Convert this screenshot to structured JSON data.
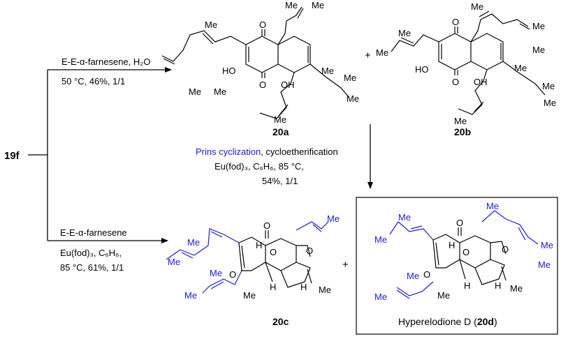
{
  "compounds": {
    "start": "19f",
    "c20a": "20a",
    "c20b": "20b",
    "c20c": "20c",
    "hyperelodione_prefix": "Hyperelodione D (",
    "hyperelodione_id": "20d",
    "hyperelodione_suffix": ")"
  },
  "conditions": {
    "top_line1": "E-E-α-farnesene, H₂O",
    "top_line2": "50 °C, 46%, 1/1",
    "middle_line1_prins": "Prins cyclization",
    "middle_line1_rest": ", cycloetherification",
    "middle_line2": "Eu(fod)₃, C₆H₆, 85 °C,",
    "middle_line3": "54%, 1/1",
    "bottom_line1": "E-E-α-farnesene",
    "bottom_line2": "Eu(fod)₃, C₆H₆,",
    "bottom_line3": "85 °C, 61%, 1/1"
  },
  "atoms": {
    "me": "Me",
    "o": "O",
    "ho": "HO",
    "oh": "OH",
    "h": "H",
    "plus": "+"
  },
  "colors": {
    "ink": "#000000",
    "highlight": "#1a1adc"
  }
}
